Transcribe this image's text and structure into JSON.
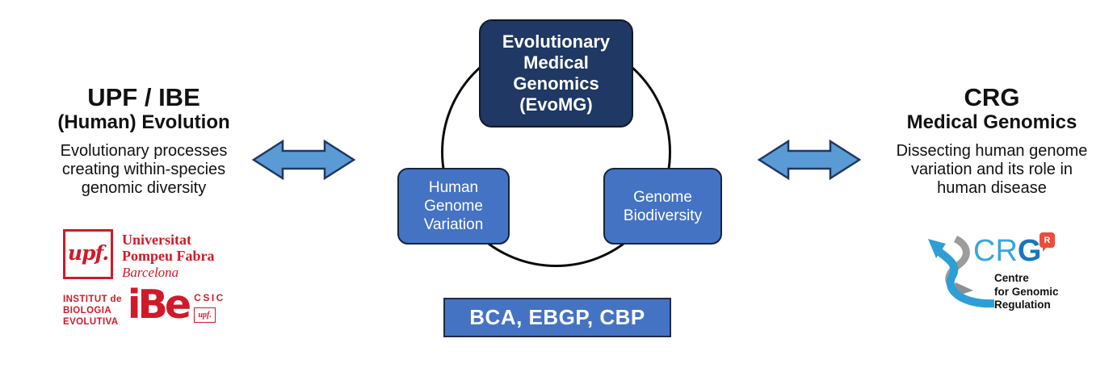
{
  "colors": {
    "dark_navy": "#1f3864",
    "medium_blue": "#4573c4",
    "arrow_blue": "#5b9bd5",
    "brand_red": "#d01a28",
    "crg_light_blue": "#35a8dc",
    "crg_dark_blue": "#1b75bc",
    "crg_badge_red": "#ef4b3a"
  },
  "center": {
    "evomg_box": "Evolutionary\nMedical\nGenomics\n(EvoMG)",
    "hgv_box": "Human\nGenome\nVariation",
    "gb_box": "Genome\nBiodiversity",
    "programs_box": "BCA, EBGP, CBP"
  },
  "left_panel": {
    "title": "UPF / IBE",
    "subtitle": "(Human) Evolution",
    "description": "Evolutionary processes\ncreating within-species\ngenomic diversity"
  },
  "right_panel": {
    "title": "CRG",
    "subtitle": "Medical Genomics",
    "description": "Dissecting human genome\nvariation and its role in\nhuman disease"
  },
  "upf_logo": {
    "mark": "upf.",
    "name_line1": "Universitat",
    "name_line2": "Pompeu Fabra",
    "city": "Barcelona"
  },
  "ibe_logo": {
    "institute": "INSTITUT de\nBIOLOGIA\nEVOLUTIVA",
    "mark": "iBe",
    "csic": "CSIC",
    "upf_tag": "upf."
  },
  "crg_logo": {
    "acronym_light": "CR",
    "acronym_dark": "G",
    "badge": "R",
    "name": "Centre\nfor Genomic\nRegulation"
  }
}
